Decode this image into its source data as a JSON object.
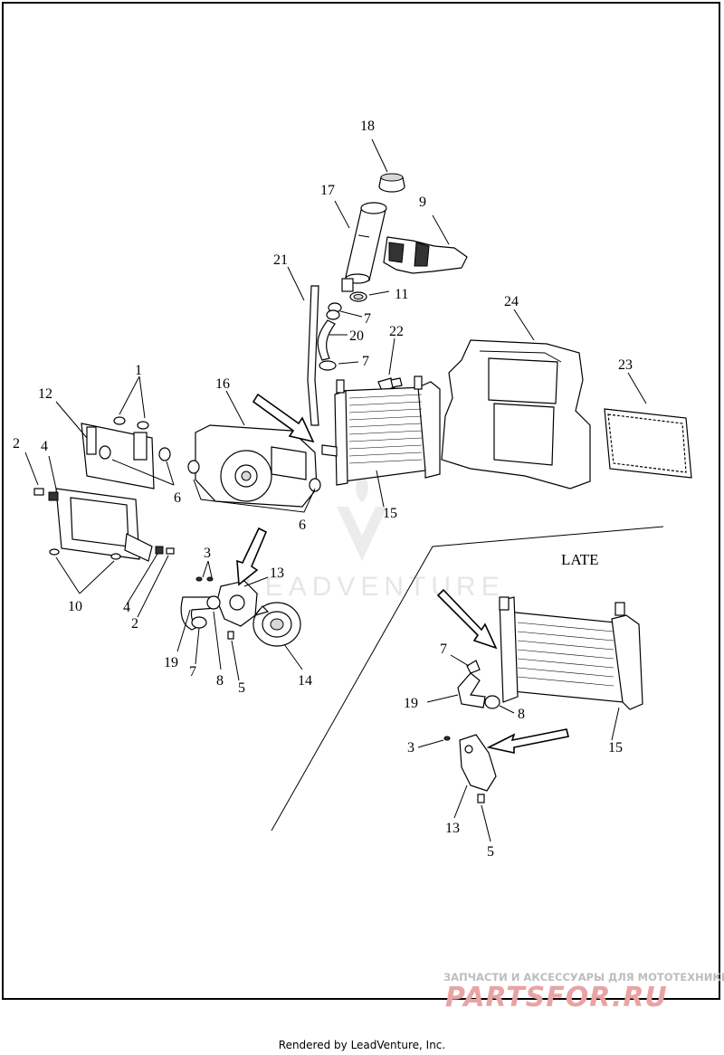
{
  "callouts": {
    "c18": "18",
    "c17": "17",
    "c9": "9",
    "c21": "21",
    "c11": "11",
    "c7a": "7",
    "c20": "20",
    "c22": "22",
    "c7b": "7",
    "c24": "24",
    "c23": "23",
    "c1": "1",
    "c12": "12",
    "c16": "16",
    "c2a": "2",
    "c4a": "4",
    "c6a": "6",
    "c6b": "6",
    "c15a": "15",
    "c3a": "3",
    "c13a": "13",
    "c10": "10",
    "c4b": "4",
    "c2b": "2",
    "c19a": "19",
    "c7c": "7",
    "c8a": "8",
    "c5a": "5",
    "c14": "14",
    "c7d": "7",
    "c19b": "19",
    "c8b": "8",
    "c15b": "15",
    "c3b": "3",
    "c13b": "13",
    "c5b": "5"
  },
  "section_label": "LATE",
  "watermark": {
    "brand": "LEADVENTURE",
    "partsfor_tagline": "ЗАПЧАСТИ И АКСЕССУАРЫ ДЛЯ МОТОТЕХНИКИ",
    "partsfor_logo": "PARTSFOR.RU"
  },
  "footer": "Rendered by LeadVenture, Inc."
}
